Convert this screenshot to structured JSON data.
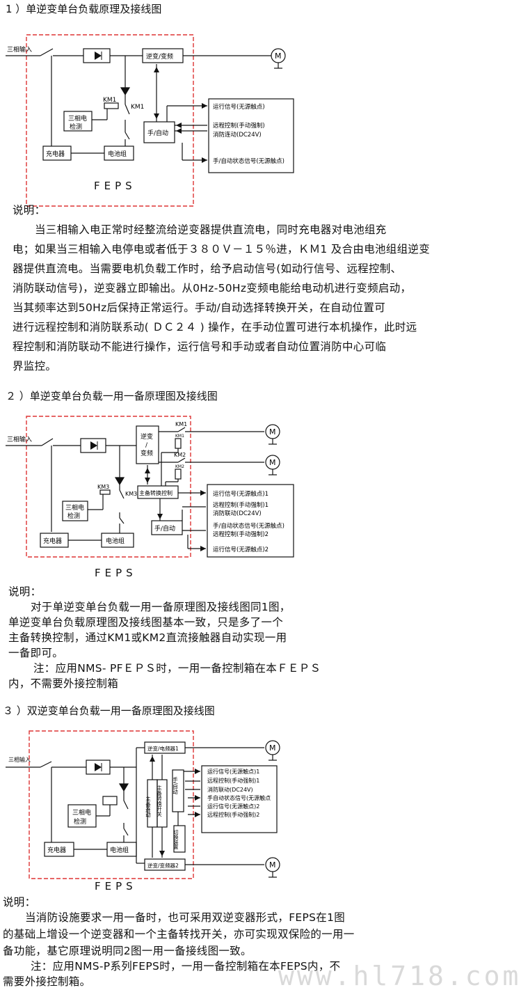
{
  "sec1": {
    "title": "1 ）单逆变单台负载原理及接线图",
    "diagram": {
      "input": "三相输入",
      "inverter": "逆变/变频",
      "km1_upper": "KM1",
      "km1_lower": "KM1",
      "detect1": "三相电",
      "detect2": "检测",
      "charger": "充电器",
      "battery": "电池组",
      "switch": "手/自动",
      "motor": "M",
      "sig_run": "运行信号(无源触点)",
      "sig_remote": "远程控制(手动强制)",
      "sig_fire": "消防连动(DC24V)",
      "sig_state": "手/自动状态信号(无源触点)",
      "feps": "FEPS"
    },
    "note_label": "说明：",
    "lines": [
      "当三相输入电正常时经整流给逆变器提供直流电，同时充电器对电池组充",
      "电；如果当三相输入电停电或者低于３８０Ｖ－１５％进，ＫＭ1 及合由电池组组逆变",
      "器提供直流电。当需要电机负载工作时，给予启动信号(如动行信号、远程控制、",
      "消防联动信号)，逆变器立即输出。从0Hz-50Hz变频电能给电动机进行变频启动，",
      "当其频率达到50Hz后保持正常运行。手动/自动选择转换开关，在自动位置可",
      "进行远程控制和消防联系动(  ＤＣ２４ ) 操作，在手动位置可进行本机操作，此时远",
      "程控制和消防联动不能进行操作，运行信号和手动或者自动位置消防中心可临",
      "界监控。"
    ]
  },
  "sec2": {
    "title": "２ ）单逆变单台负载一用一备原理图及接线图",
    "diagram": {
      "input": "三相输入",
      "inv1": "逆变",
      "inv2": "/",
      "inv3": "变频",
      "km1": "KM1",
      "km1s": "KM1",
      "km2": "KM2",
      "km2s": "KM2",
      "km3a": "KM3",
      "km3b": "KM3",
      "detect1": "三相电",
      "detect2": "检测",
      "charger": "充电器",
      "battery": "电池组",
      "master": "主备转换控制",
      "switch": "手/自动",
      "motor1": "M",
      "motor2": "M",
      "s1": "运行信号(无源触点)1",
      "s2": "远程控制(手动强制)1",
      "s3": "消防联动(DC24V)",
      "s4": "手/自动状态信号(无源触点)",
      "s5": "远程控制(手动强制)2",
      "s6": "运行信号(无源触点)2",
      "feps": "FEPS"
    },
    "note_label": "说明：",
    "lines": [
      "对于单逆变单台负载一用一备原理图及接线图同1图，",
      "单逆变单台负载原理图及接线图基本一致，只是多了一个",
      "主备转换控制，通过KM1或KM2直流接触器自动实现一用",
      "一备即可。",
      "注：应用NMS- PFＥＰＳ时，一用一备控制箱在本ＦＥＰＳ",
      "内，不需要外接控制箱"
    ]
  },
  "sec3": {
    "title": "３ ）双逆变单台负载一用一备原理图及接线图",
    "diagram": {
      "input": "三相输入",
      "inv_top": "逆变/电频器1",
      "inv_bot": "逆变/变频器2",
      "master_link": "主备连动",
      "master_sw": "主备转换开关",
      "switch": "手/自动",
      "cut": "切换装置",
      "detect1": "三相电",
      "detect2": "检测",
      "charger": "充电器",
      "battery": "电池组",
      "motor1": "M",
      "motor2": "M",
      "s1": "运行信号(无源触点)1",
      "s2": "远程控制(手动强制)1",
      "s3": "消防联动(DC24V)",
      "s4": "手自动状态信号(无源触点",
      "s5": "运行信号(无源触点)2",
      "s6": "远程控制(手动强制)2",
      "feps": "FEPS"
    },
    "note_label": "说明：",
    "lines": [
      "当消防设施要求一用一备时，也可采用双逆变器形式，FEPS在1图",
      "的基础上增设一个逆变器和一个主备转找开关，亦可实现双保险的一用一",
      "备功能，基它原理说明同2图一用一备接线图一致。",
      "注：应用NMS-P系列FEPS时，一用一备控制箱在本FEPS内，不",
      "需要外接控制箱。"
    ]
  },
  "watermark": "www.hl718.com"
}
